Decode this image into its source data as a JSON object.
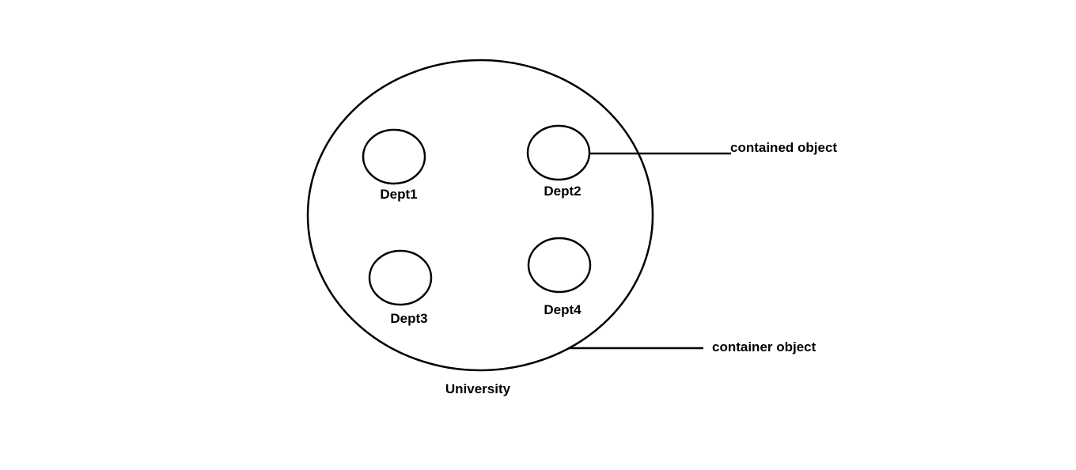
{
  "diagram": {
    "container_label": "University",
    "departments": [
      {
        "label": "Dept1"
      },
      {
        "label": "Dept2"
      },
      {
        "label": "Dept3"
      },
      {
        "label": "Dept4"
      }
    ],
    "annotations": {
      "contained": "contained object",
      "container": "container object"
    }
  },
  "colors": {
    "stroke": "#000000",
    "background": "#ffffff"
  }
}
